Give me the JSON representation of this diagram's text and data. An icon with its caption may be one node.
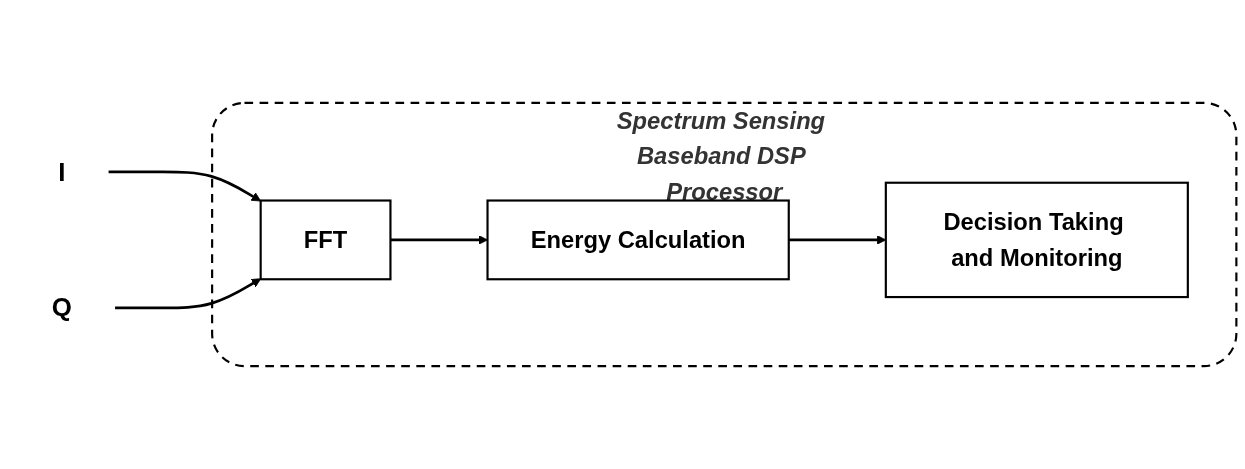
{
  "diagram": {
    "nodes": [
      {
        "text": [
          "I"
        ]
      },
      {
        "text": [
          "Q"
        ]
      },
      {
        "text": [
          "Spectrum Sensing Baseband DSP Processor"
        ]
      },
      {
        "text": [
          "FFT"
        ],
        "in": 2
      },
      {
        "text": [
          "Energy Calculation"
        ],
        "in": 2
      },
      {
        "text": [
          "Decision Taking and Monitoring"
        ],
        "in": 2
      }
    ],
    "edges": [
      {
        "from": 0,
        "to": 3,
        "arrow": "to"
      },
      {
        "from": 1,
        "to": 3,
        "arrow": "to"
      },
      {
        "from": 3,
        "to": 4,
        "arrow": "to"
      },
      {
        "from": 4,
        "to": 5,
        "arrow": "to"
      }
    ]
  }
}
